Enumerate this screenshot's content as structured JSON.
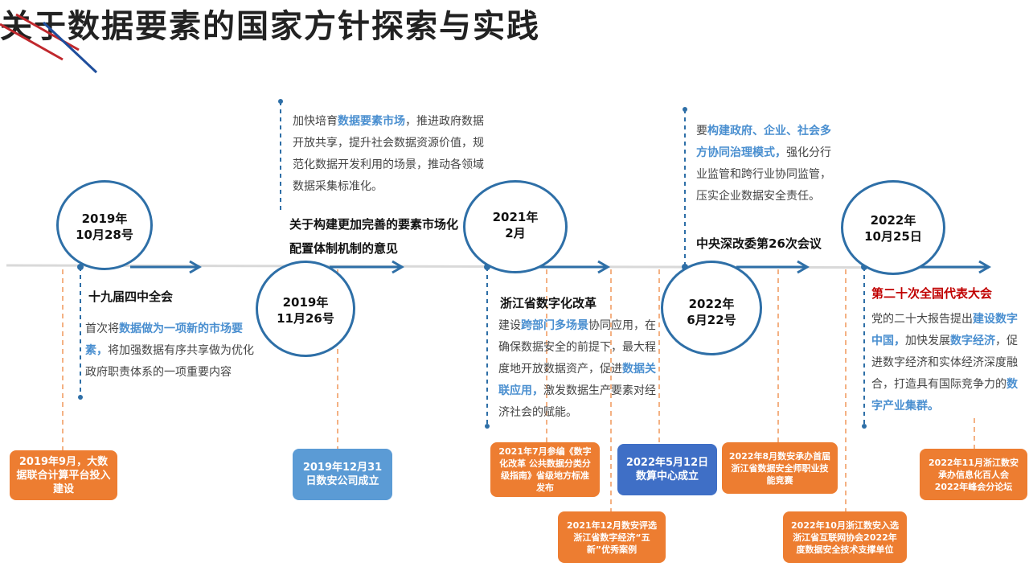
{
  "title": "关于数据要素的国家方针探索与实践",
  "milestones": [
    {
      "date": "2019年\n10月28号",
      "heading": "十九届四中全会",
      "desc": [
        {
          "t": "首次将"
        },
        {
          "t": "数据做为一项新的市场要素，",
          "hl": true
        },
        {
          "t": "将加强数据有序共享做为优化政府职责体系的一项重要内容"
        }
      ]
    },
    {
      "date": "2019年\n11月26号",
      "heading": "关于构建更加完善的要素市场化配置体制机制的意见",
      "desc": [
        {
          "t": "加快培育"
        },
        {
          "t": "数据要素市场",
          "hl": true
        },
        {
          "t": "，推进政府数据开放共享，提升社会数据资源价值，规范化数据开发利用的场景，推动各领域数据采集标准化。"
        }
      ]
    },
    {
      "date": "2021年\n2月",
      "heading": "浙江省数字化改革",
      "desc": [
        {
          "t": "建设"
        },
        {
          "t": "跨部门多场景",
          "hl": true
        },
        {
          "t": "协同应用，在确保数据安全的前提下，最大程度地开放数据资产，促进"
        },
        {
          "t": "数据关联应用，",
          "hl": true
        },
        {
          "t": "激发数据生产要素对经济社会的赋能。"
        }
      ]
    },
    {
      "date": "2022年\n6月22号",
      "heading": "中央深改委第26次会议",
      "desc": [
        {
          "t": "要"
        },
        {
          "t": "构建政府、企业、社会多方协同治理模式，",
          "hl": true
        },
        {
          "t": "强化分行业监管和跨行业协同监管，压实企业数据安全责任。"
        }
      ]
    },
    {
      "date": "2022年\n10月25日",
      "heading": "第二十次全国代表大会",
      "desc": [
        {
          "t": "党的二十大报告提出"
        },
        {
          "t": "建设数字中国，",
          "hl": true
        },
        {
          "t": "加快发展"
        },
        {
          "t": "数字经济",
          "hl": true
        },
        {
          "t": "，促进数字经济和实体经济深度融合，打造具有国际竞争力的"
        },
        {
          "t": "数字产业集群。",
          "hl": true
        }
      ]
    }
  ],
  "events": [
    "2019年9月，大数据联合计算平台投入建设",
    "2019年12月31日数安公司成立",
    "2021年7月参编《数字化改革 公共数据分类分级指南》省级地方标准发布",
    "2021年12月数安评选浙江省数字经济“五新”优秀案例",
    "2022年5月12日数算中心成立",
    "2022年8月数安承办首届浙江省数据安全师职业技能竞赛",
    "2022年10月浙江数安入选浙江省互联网协会2022年度数据安全技术支撑单位",
    "2022年11月浙江数安承办信息化百人会2022年峰会分论坛"
  ],
  "colors": {
    "accent_blue": "#2e6fa7",
    "highlight": "#4a8fd0",
    "orange": "#ed7d31",
    "box_blue": "#5b9bd5",
    "box_dark_blue": "#3f6fc6",
    "red": "#c00000",
    "stripe_red": "#c0282d",
    "stripe_blue": "#1f4e9c"
  }
}
